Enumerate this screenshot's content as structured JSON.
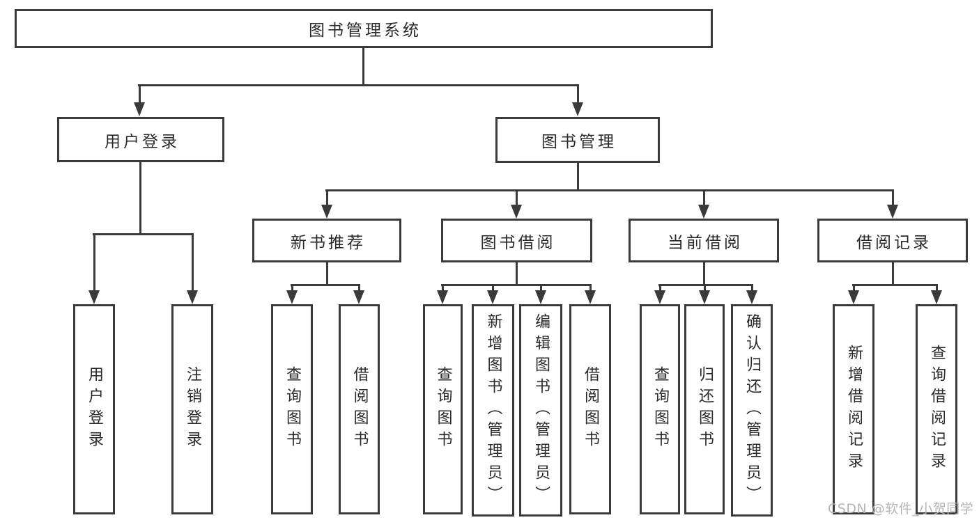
{
  "colors": {
    "line": "#3a3a3a",
    "text": "#2a2a2a",
    "background": "#ffffff",
    "watermark_color": "#b5b5b5"
  },
  "tree": {
    "label": "图书管理系统",
    "children": [
      {
        "label": "用户登录",
        "children": [
          {
            "label": "用户登录"
          },
          {
            "label": "注销登录"
          }
        ]
      },
      {
        "label": "图书管理",
        "children": [
          {
            "label": "新书推荐",
            "children": [
              {
                "label": "查询图书"
              },
              {
                "label": "借阅图书"
              }
            ]
          },
          {
            "label": "图书借阅",
            "children": [
              {
                "label": "查询图书"
              },
              {
                "label": "新增图书（管理员）"
              },
              {
                "label": "编辑图书（管理员）"
              },
              {
                "label": "借阅图书"
              }
            ]
          },
          {
            "label": "当前借阅",
            "children": [
              {
                "label": "查询图书"
              },
              {
                "label": "归还图书"
              },
              {
                "label": "确认归还（管理员）"
              }
            ]
          },
          {
            "label": "借阅记录",
            "children": [
              {
                "label": "新增借阅记录"
              },
              {
                "label": "查询借阅记录"
              }
            ]
          }
        ]
      }
    ]
  },
  "watermark": {
    "text": "CSDN @软件_小贺同学"
  }
}
